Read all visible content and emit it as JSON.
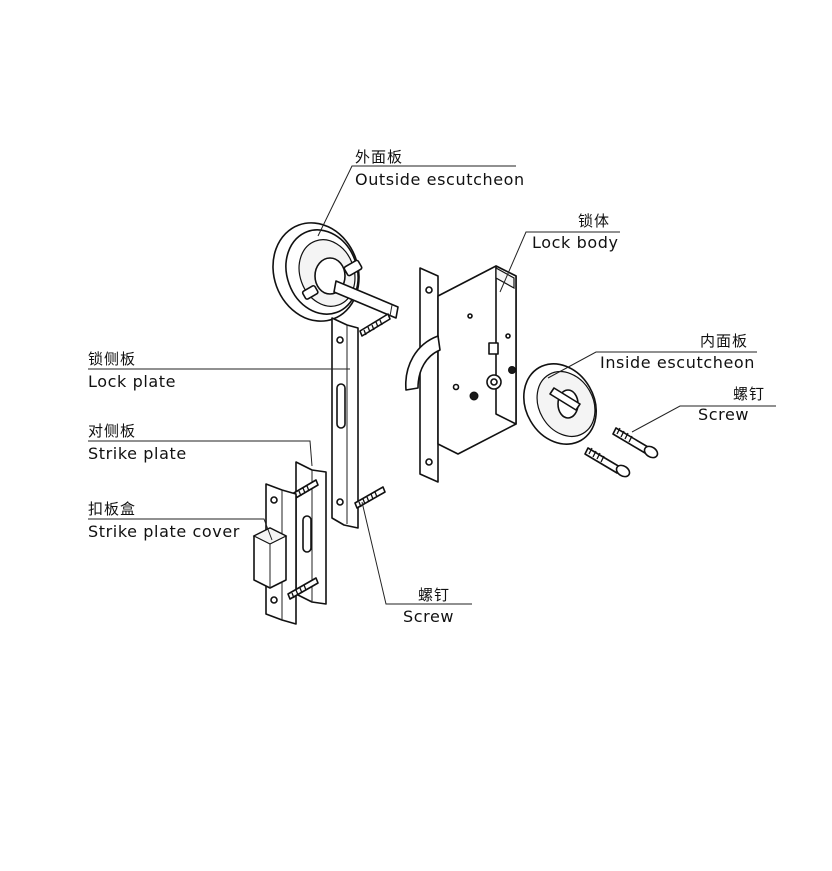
{
  "labels": {
    "outside_escutcheon": {
      "zh": "外面板",
      "en": "Outside escutcheon"
    },
    "lock_body": {
      "zh": "锁体",
      "en": "Lock body"
    },
    "inside_escutcheon": {
      "zh": "内面板",
      "en": "Inside escutcheon"
    },
    "screw_right": {
      "zh": "螺钉",
      "en": "Screw"
    },
    "lock_plate": {
      "zh": "锁侧板",
      "en": "Lock plate"
    },
    "strike_plate": {
      "zh": "对侧板",
      "en": "Strike plate"
    },
    "strike_plate_cover": {
      "zh": "扣板盒",
      "en": "Strike plate cover"
    },
    "screw_bottom": {
      "zh": "螺钉",
      "en": "Screw"
    }
  }
}
